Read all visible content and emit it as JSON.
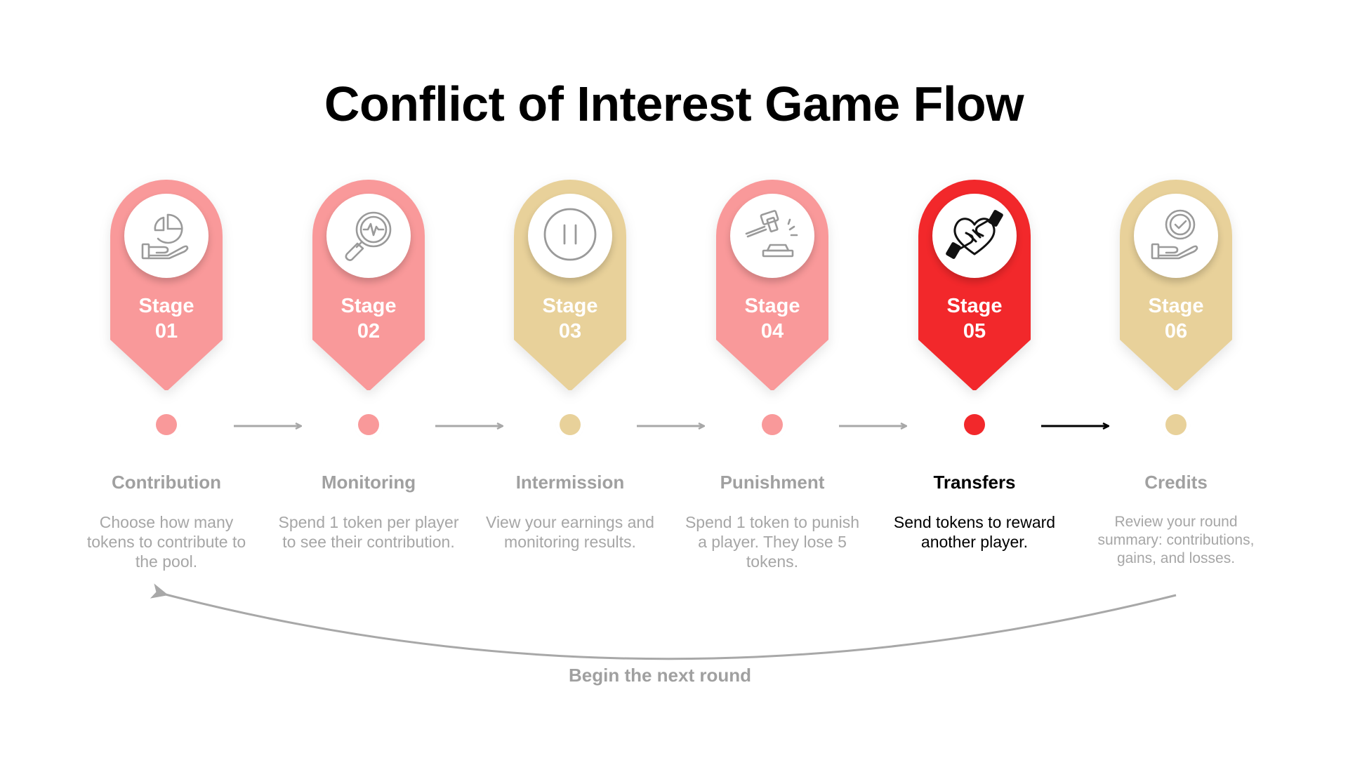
{
  "title": "Conflict of Interest Game Flow",
  "colors": {
    "pink": "#f9999a",
    "gold": "#e8d19a",
    "red": "#f2282b",
    "arrow_gray": "#a8a8a8",
    "arrow_black": "#000000"
  },
  "stages": [
    {
      "label_word": "Stage",
      "label_num": "01",
      "icon": "hand-pie-chart-icon",
      "color": "#f9999a",
      "title": "Contribution",
      "desc": "Choose how many tokens to contribute to the pool.",
      "active": false
    },
    {
      "label_word": "Stage",
      "label_num": "02",
      "icon": "magnifier-pulse-icon",
      "color": "#f9999a",
      "title": "Monitoring",
      "desc": "Spend 1 token per player to see their contribution.",
      "active": false
    },
    {
      "label_word": "Stage",
      "label_num": "03",
      "icon": "pause-icon",
      "color": "#e8d19a",
      "title": "Intermission",
      "desc": "View your earnings and monitoring results.",
      "active": false
    },
    {
      "label_word": "Stage",
      "label_num": "04",
      "icon": "gavel-icon",
      "color": "#f9999a",
      "title": "Punishment",
      "desc": "Spend 1 token to punish a player. They lose 5 tokens.",
      "active": false
    },
    {
      "label_word": "Stage",
      "label_num": "05",
      "icon": "heart-handshake-icon",
      "color": "#f2282b",
      "title": "Transfers",
      "desc": "Send tokens to reward another player.",
      "active": true
    },
    {
      "label_word": "Stage",
      "label_num": "06",
      "icon": "hand-checkmark-icon",
      "color": "#e8d19a",
      "title": "Credits",
      "desc": "Review your round summary: contributions, gains, and losses.",
      "active": false
    }
  ],
  "loop_label": "Begin the next round"
}
